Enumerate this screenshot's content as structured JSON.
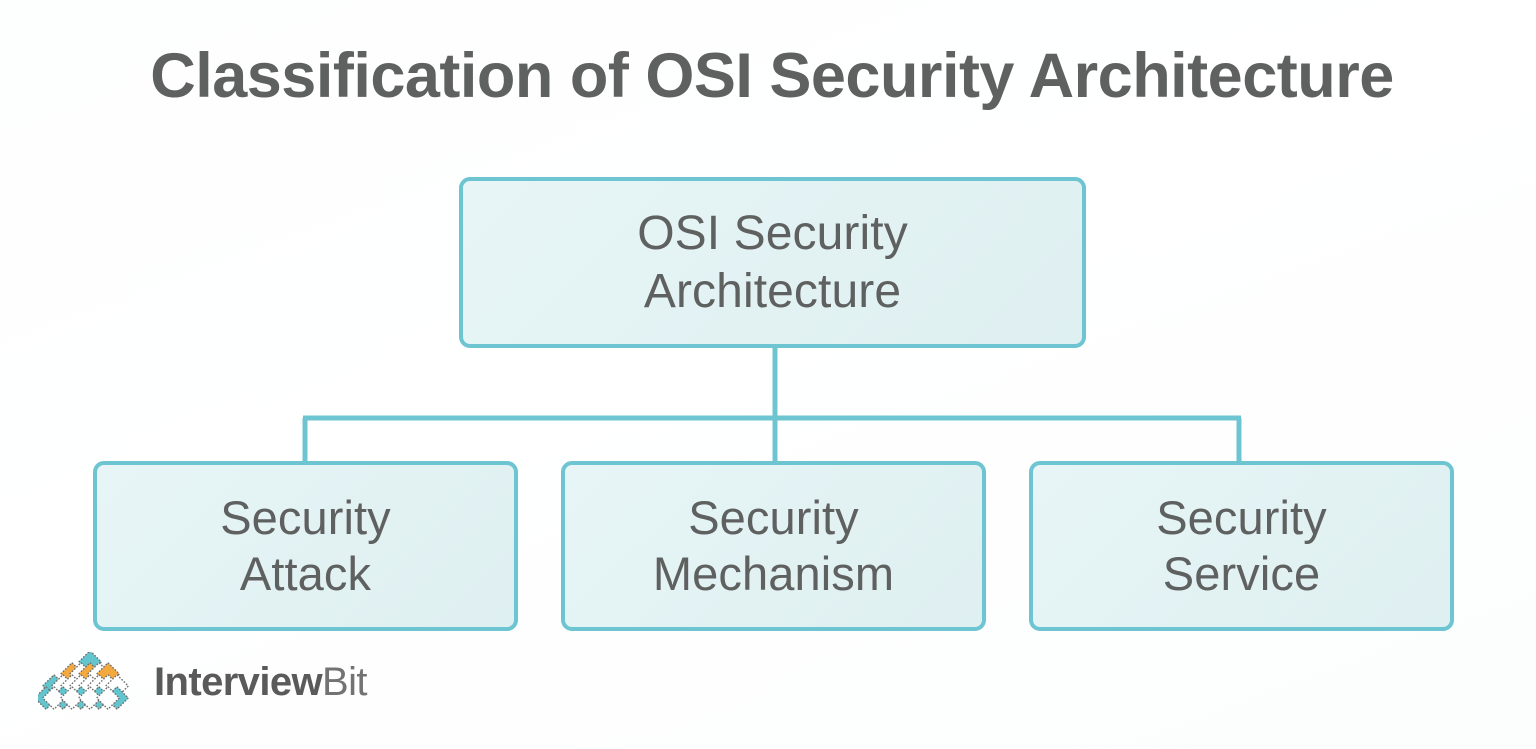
{
  "page": {
    "title": "Classification of OSI Security Architecture",
    "background_color": "#ffffff"
  },
  "theme": {
    "box_border_color": "#6dc5d1",
    "box_fill_color": "#e3f3f4",
    "connector_color": "#6dc5d1",
    "text_color": "#5f6060",
    "logo_teal": "#63c6ce",
    "logo_orange": "#f4a93f",
    "logo_outline": "#6e6e6e"
  },
  "diagram": {
    "type": "hierarchy-tree",
    "root": {
      "id": "osi-security-architecture",
      "label": "OSI Security\nArchitecture"
    },
    "children": [
      {
        "id": "security-attack",
        "label": "Security\nAttack"
      },
      {
        "id": "security-mechanism",
        "label": "Security\nMechanism"
      },
      {
        "id": "security-service",
        "label": "Security\nService"
      }
    ]
  },
  "logo": {
    "word_primary": "Interview",
    "word_secondary": "Bit",
    "mark_name": "interviewbit-diamond-pyramid"
  }
}
